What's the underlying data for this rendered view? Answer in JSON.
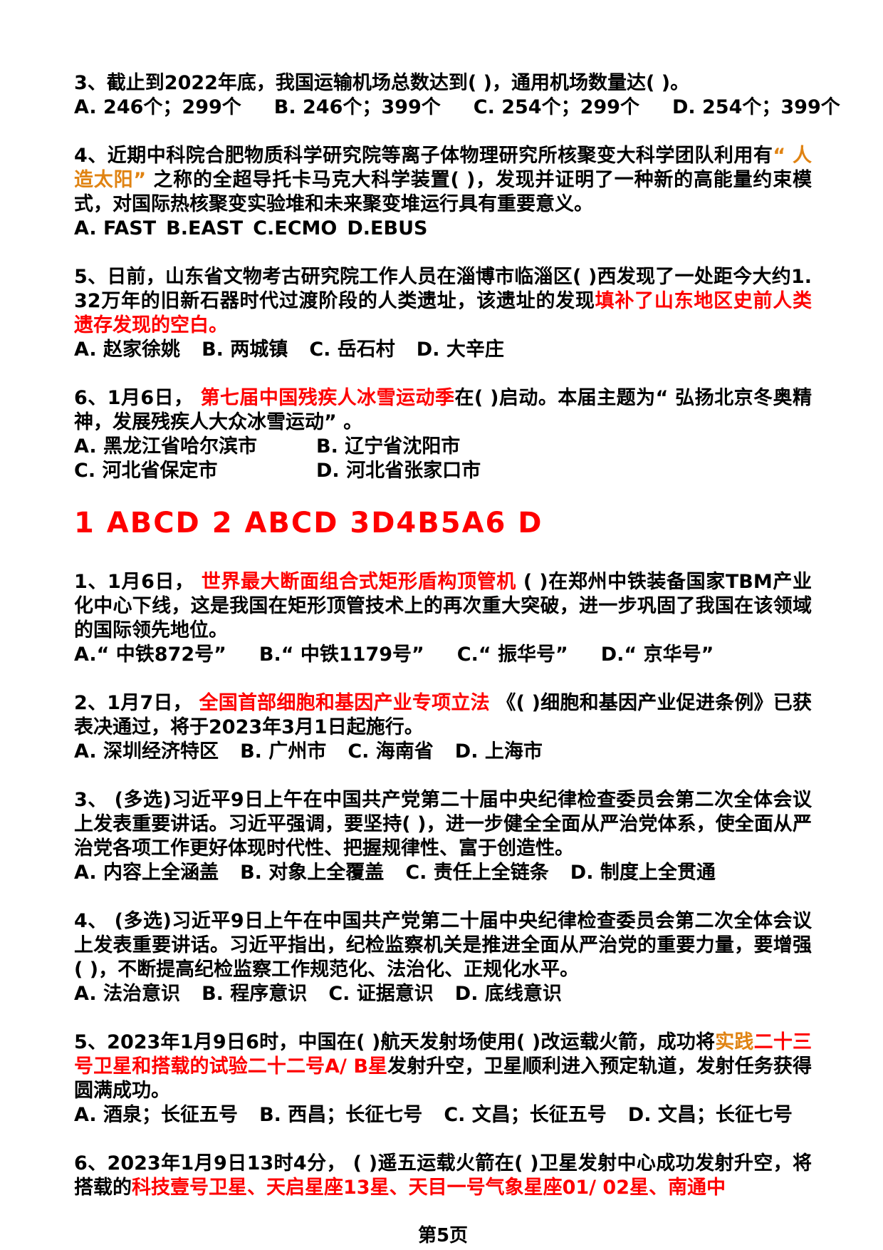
{
  "page": {
    "footer": "第5页",
    "answer_line": "1 ABCD 2 ABCD 3D4B5A6 D",
    "colors": {
      "black": "#000000",
      "red": "#FE0000",
      "orange": "#E08312"
    },
    "sections": [
      {
        "questions": [
          {
            "segments": [
              {
                "text": "3、截止到2022年底，我国运输机场总数达到( )，通用机场数量达( )。",
                "color": "black"
              }
            ],
            "option_lines": [
              [
                "A. 246个；299个",
                "B. 246个；399个",
                "C. 254个；299个",
                "D. 254个；399个"
              ]
            ],
            "options_style": ""
          },
          {
            "segments": [
              {
                "text": "4、近期中科院合肥物质科学研究院等离子体物理研究所核聚变大科学团队利用有",
                "color": "black"
              },
              {
                "text": "“ 人造太阳”",
                "color": "orange"
              },
              {
                "text": " 之称的全超导托卡马克大科学装置( )，发现并证明了一种新的高能量约束模式，对国际热核聚变实验堆和未来聚变堆运行具有重要意义。",
                "color": "black"
              }
            ],
            "option_lines": [
              [
                "A. FAST",
                "B.EAST",
                "C.ECMO",
                "D.EBUS"
              ]
            ],
            "options_style": "tight"
          },
          {
            "segments": [
              {
                "text": "5、日前，山东省文物考古研究院工作人员在淄博市临淄区( )西发现了一处距今大约1. 32万年的旧新石器时代过渡阶段的人类遗址，该遗址的发现",
                "color": "black"
              },
              {
                "text": "填补了山东地区史前人类遗存发现的空白。",
                "color": "red"
              }
            ],
            "option_lines": [
              [
                "A. 赵家徐姚",
                "B. 两城镇",
                "C. 岳石村",
                "D. 大辛庄"
              ]
            ],
            "options_style": "narrow"
          },
          {
            "segments": [
              {
                "text": "6、1月6日， ",
                "color": "black"
              },
              {
                "text": "第七届中国残疾人冰雪运动季",
                "color": "red"
              },
              {
                "text": "在( )启动。本届主题为“ 弘扬北京冬奥精神，发展残疾人大众冰雪运动” 。",
                "color": "black"
              }
            ],
            "option_lines": [
              [
                "A. 黑龙江省哈尔滨市",
                "B. 辽宁省沈阳市"
              ],
              [
                "C. 河北省保定市",
                "D. 河北省张家口市"
              ]
            ],
            "options_style": "grid"
          }
        ]
      },
      {
        "questions": [
          {
            "segments": [
              {
                "text": "1、1月6日， ",
                "color": "black"
              },
              {
                "text": "世界最大断面组合式矩形盾构顶管机",
                "color": "red"
              },
              {
                "text": " ( )在郑州中铁装备国家TBM产业化中心下线，这是我国在矩形顶管技术上的再次重大突破，进一步巩固了我国在该领域的国际领先地位。",
                "color": "black"
              }
            ],
            "option_lines": [
              [
                "A.“ 中铁872号”",
                "B.“ 中铁1179号”",
                "C.“ 振华号”",
                "D.“ 京华号”"
              ]
            ],
            "options_style": ""
          },
          {
            "segments": [
              {
                "text": "2、1月7日， ",
                "color": "black"
              },
              {
                "text": "全国首部细胞和基因产业专项立法",
                "color": "red"
              },
              {
                "text": " 《( )细胞和基因产业促进条例》已获表决通过，将于2023年3月1日起施行。",
                "color": "black"
              }
            ],
            "option_lines": [
              [
                "A. 深圳经济特区",
                "B. 广州市",
                "C. 海南省",
                "D. 上海市"
              ]
            ],
            "options_style": "narrow"
          },
          {
            "segments": [
              {
                "text": "3、 (多选)习近平9日上午在中国共产党第二十届中央纪律检查委员会第二次全体会议上发表重要讲话。习近平强调，要坚持( )，进一步健全全面从严治党体系，使全面从严治党各项工作更好体现时代性、把握规律性、富于创造性。",
                "color": "black"
              }
            ],
            "option_lines": [
              [
                "A. 内容上全涵盖",
                "B. 对象上全覆盖",
                "C. 责任上全链条",
                "D. 制度上全贯通"
              ]
            ],
            "options_style": "narrow"
          },
          {
            "segments": [
              {
                "text": "4、 (多选)习近平9日上午在中国共产党第二十届中央纪律检查委员会第二次全体会议上发表重要讲话。习近平指出，纪检监察机关是推进全面从严治党的重要力量，要增强( )，不断提高纪检监察工作规范化、法治化、正规化水平。",
                "color": "black"
              }
            ],
            "option_lines": [
              [
                "A. 法治意识",
                "B. 程序意识",
                "C. 证据意识",
                "D. 底线意识"
              ]
            ],
            "options_style": "narrow"
          },
          {
            "segments": [
              {
                "text": "5、2023年1月9日6时，中国在( )航天发射场使用( )改运载火箭，成功将",
                "color": "black"
              },
              {
                "text": "实践",
                "color": "orange"
              },
              {
                "text": "二十三号卫星和搭载的试验二十二号A/ B星",
                "color": "red"
              },
              {
                "text": "发射升空，卫星顺利进入预定轨道，发射任务获得圆满成功。",
                "color": "black"
              }
            ],
            "option_lines": [
              [
                "A. 酒泉；长征五号",
                "B. 西昌；长征七号",
                "C. 文昌；长征五号",
                "D. 文昌；长征七号"
              ]
            ],
            "options_style": "narrow"
          },
          {
            "segments": [
              {
                "text": "6、2023年1月9日13时4分，  ( )遥五运载火箭在( )卫星发射中心成功发射升空，将搭载的",
                "color": "black"
              },
              {
                "text": "科技壹号卫星、天启星座13星、天目一号气象星座01/ 02星、南通中",
                "color": "red"
              }
            ],
            "option_lines": [],
            "options_style": ""
          }
        ]
      }
    ]
  }
}
